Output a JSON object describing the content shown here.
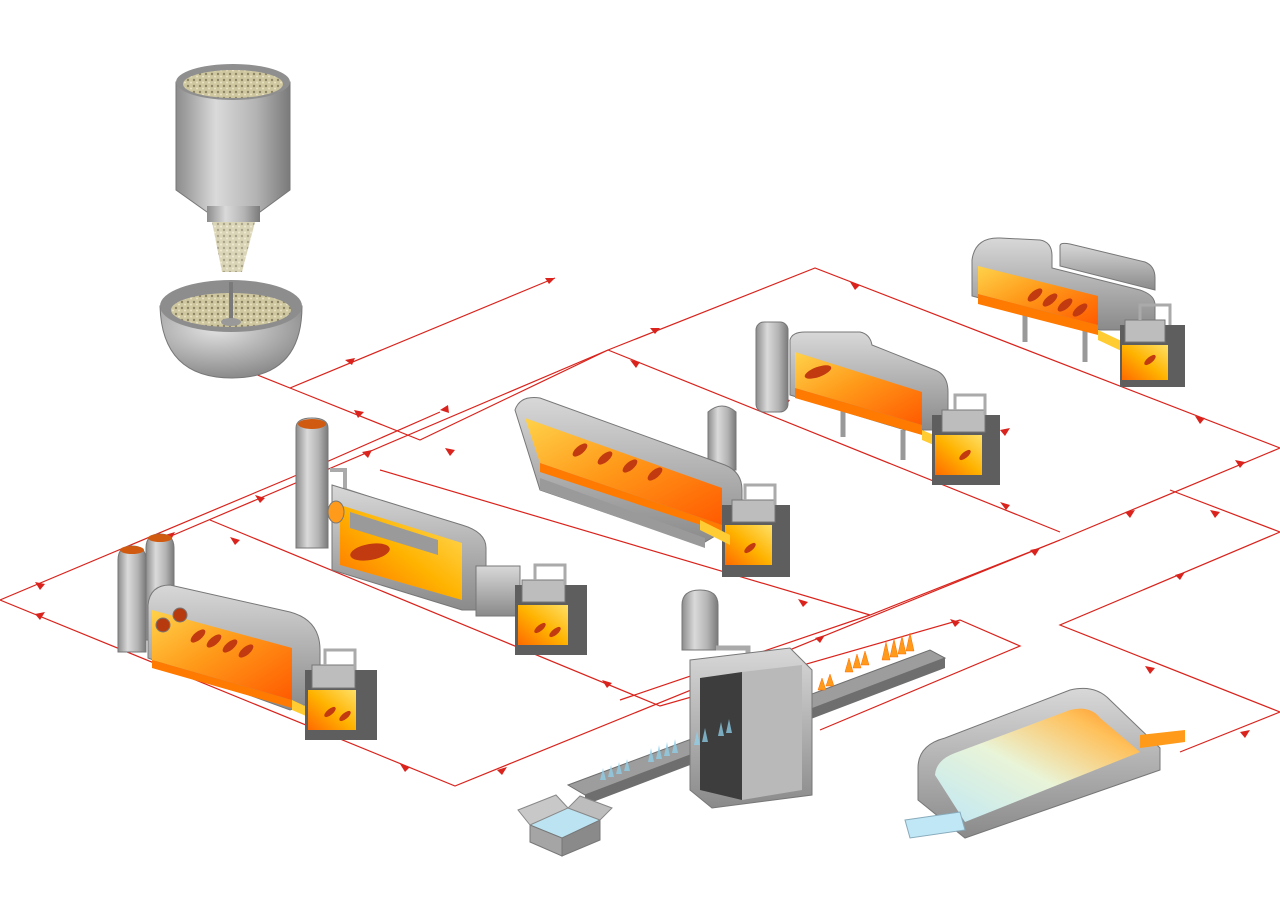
{
  "diagram": {
    "kind": "glass-manufacturing-process-flow",
    "labels_printed": false,
    "colors": {
      "background": "#ffffff",
      "flow_line": "#d9231c",
      "steel_light": "#dcdcdc",
      "steel_mid": "#a9a9a9",
      "steel_dark": "#6e6e6e",
      "steel_shadow": "#4a4a4a",
      "furnace_hot": "#ff6a00",
      "furnace_warm": "#ffb300",
      "furnace_glow": "#ffe066",
      "glass_blue": "#8fd0ea",
      "glass_green": "#5aa8a0",
      "raw_material": "#c9c197"
    },
    "stations": [
      {
        "id": "batch-hopper",
        "icon": "silo-hopper-icon"
      },
      {
        "id": "mixing-bowl",
        "icon": "mixing-bowl-icon"
      },
      {
        "id": "twin-stack-furnace",
        "icon": "twin-stack-furnace-icon"
      },
      {
        "id": "regenerative-furnace",
        "icon": "regenerative-furnace-icon"
      },
      {
        "id": "slanted-tank-furnace",
        "icon": "slanted-tank-furnace-icon"
      },
      {
        "id": "electric-melter",
        "icon": "electric-melter-icon"
      },
      {
        "id": "unit-melter",
        "icon": "unit-melter-icon"
      },
      {
        "id": "annealing-lehr",
        "icon": "annealing-lehr-icon"
      },
      {
        "id": "float-bath",
        "icon": "float-bath-icon"
      },
      {
        "id": "packaging-box",
        "icon": "packaging-box-icon"
      }
    ]
  }
}
